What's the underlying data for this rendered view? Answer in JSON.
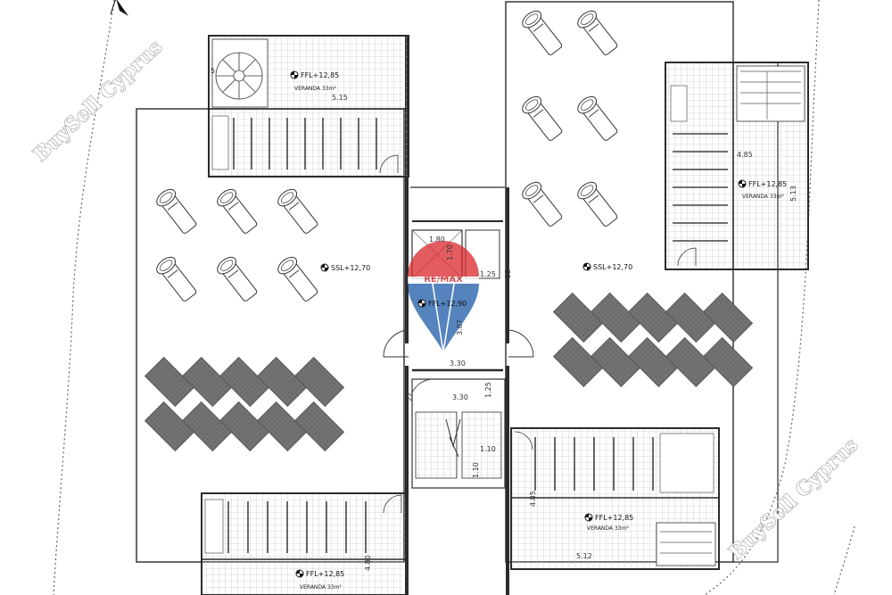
{
  "watermark": "BuySell Cyprus",
  "colors": {
    "line": "#2b2b2b",
    "grid": "#a8a8a8",
    "panel": "#6c6c6c",
    "logo_red": "#d9262b",
    "logo_blue": "#1c5aa8"
  },
  "icons": [
    "north-arrow-icon",
    "remax-balloon-icon",
    "level-marker-icon",
    "spiral-stair-icon",
    "sun-lounger-icon",
    "solar-panel-icon"
  ],
  "brand": {
    "logo_text": "RE/MAX"
  },
  "roof_labels": [
    {
      "id": "ssl-left",
      "text": "SSL+12,70"
    },
    {
      "id": "ssl-right",
      "text": "SSL+12,70"
    },
    {
      "id": "ffl-core",
      "text": "FFL+12,90"
    }
  ],
  "verandas": [
    {
      "id": "top-left",
      "level": "FFL+12,85",
      "name": "VERANDA 33m²",
      "dims": [
        "5.15",
        "5"
      ]
    },
    {
      "id": "right-upper",
      "level": "FFL+12,85",
      "name": "VERANDA 33m²",
      "dims": [
        "4.85",
        "5.13"
      ]
    },
    {
      "id": "bottom-right",
      "level": "FFL+12,85",
      "name": "VERANDA 33m²",
      "dims": [
        "5.12",
        "4.85"
      ]
    },
    {
      "id": "bottom-left",
      "level": "FFL+12,85",
      "name": "VERANDA 33m²",
      "dims": [
        "4.80"
      ]
    }
  ],
  "core_dims": [
    "1.80",
    "1.70",
    "1.25",
    "25",
    "3.30",
    "3.07",
    "3.30",
    "1.25",
    "1.10",
    "1.10",
    "22"
  ]
}
